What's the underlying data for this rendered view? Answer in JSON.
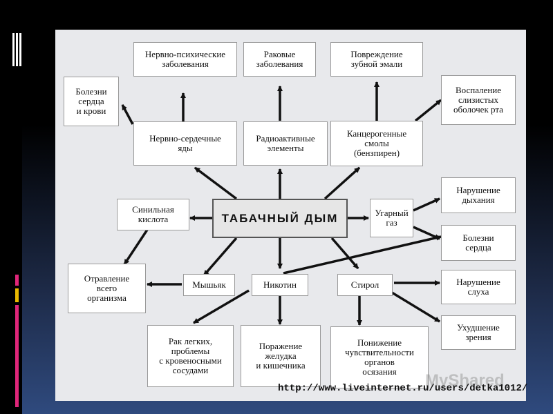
{
  "diagram": {
    "center": "ТАБАЧНЫЙ ДЫМ",
    "boxes": {
      "nervno_psikh": "Нервно-психические\nзаболевания",
      "rakovye": "Раковые\nзаболевания",
      "povrezhdenie_emali": "Повреждение\nзубной эмали",
      "bolezni_serdca_krovi": "Болезни\nсердца\nи крови",
      "vospalenie": "Воспаление\nслизистых\nоболочек рта",
      "nervno_serd": "Нервно-сердечные\nяды",
      "radioakt": "Радиоактивные\nэлементы",
      "kancer": "Канцерогенные\nсмолы\n(бензпирен)",
      "sinilnaya": "Синильная\nкислота",
      "ugarny": "Угарный\nгаз",
      "narushenie_dykh": "Нарушение\nдыхания",
      "bolezni_serdca": "Болезни\nсердца",
      "otravlenie": "Отравление\nвсего\nорганизма",
      "myshyak": "Мышьяк",
      "nikotin": "Никотин",
      "stirol": "Стирол",
      "narushenie_slukha": "Нарушение\nслуха",
      "ukhudshenie_zreniya": "Ухудшение\nзрения",
      "rak_legkikh": "Рак легких,\nпроблемы\nс кровеносными\nсосудами",
      "porazhenie": "Поражение\nжелудка\nи кишечника",
      "ponizhenie": "Понижение\nчувствительности\nорганов\nосязания"
    },
    "url": "http://www.liveinternet.ru/users/detka1012/",
    "watermark": "MyShared"
  },
  "colors": {
    "slide_bg_top": "#000000",
    "slide_bg_bottom": "#2f4a7e",
    "diagram_bg": "#e8e9ec",
    "arrow": "#111111",
    "deco_pink": "#e0267a",
    "deco_yellow": "#e8b800"
  }
}
